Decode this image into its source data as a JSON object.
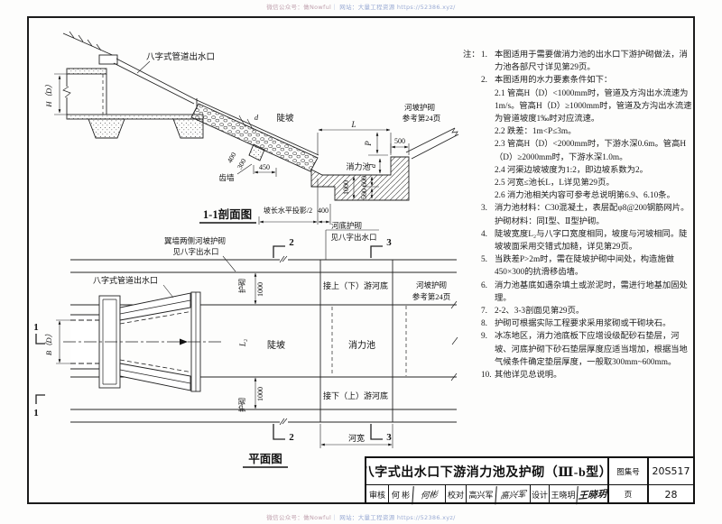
{
  "watermark": {
    "part1": "微信公众号：做Nowful",
    "part2": "｜ 网站：大量工程资源 https://52386.xyz/"
  },
  "colors": {
    "line": "#222222",
    "paper": "#fdfdfc",
    "watermark_blue": "#9aabd4",
    "watermark_red": "#bfa0ad"
  },
  "section": {
    "title": "1-1剖面图",
    "labels": {
      "outlet": "八字式管道出水口",
      "slope": "陡坡",
      "basin": "消力池",
      "tooth": "齿墙",
      "riverslope1": "河坡护砌",
      "riverslope2": "参考第24页",
      "riverbed1": "河底护砌",
      "riverbed2": "见八字出水口",
      "proj": "坡长水平投影/2"
    },
    "dims": {
      "hd": "H（D）",
      "d_slope": "d",
      "v400": "400",
      "v300": "300",
      "v450": "450",
      "L": "L",
      "P": "P",
      "v500_top": "500",
      "d_basin": "d",
      "v600": "600",
      "v500_wall": "500",
      "v1000": "1000",
      "v400_toe": "400"
    }
  },
  "plan": {
    "title": "平面图",
    "labels": {
      "wingnote1": "翼墙两侧河坡护砌",
      "wingnote2": "见八字出水口",
      "outlet": "八字式管道出水口",
      "top_cell": "接上（下）游河底",
      "bottom_cell": "接下（上）游河底",
      "riverslope1": "河坡护砌",
      "riverslope2": "参考第24页",
      "slope": "陡坡",
      "basin": "消力池",
      "protect": "护砌",
      "river_width": "河宽"
    },
    "dims": {
      "bd": "B（D）",
      "l2": "L₂",
      "v1000": "1000"
    }
  },
  "markers": {
    "m1": "1",
    "m2": "2",
    "m3": "3"
  },
  "notes": {
    "prefix": "注：",
    "items": [
      {
        "num": "1.",
        "text": "本图适用于需要做消力池的出水口下游护砌做法，消力池各部尺寸详见第29页。"
      },
      {
        "num": "2.",
        "text": "本图适用的水力要素条件如下：",
        "subs": [
          "2.1 管高H（D）<1000mm时，管道及方沟出水流速为1m/s。管高H（D）≥1000mm时，管道及方沟出水流速为管道坡度1‰时对应流速。",
          "2.2 跌差：1m<P≤3m。",
          "2.3 管高H（D）<2000mm时，下游水深0.6m。管高H（D）≥2000mm时，下游水深1.0m。",
          "2.4 河渠边坡坡度为1:2，即边坡系数为2。",
          "2.5 河宽≤池长L，L详见第29页。",
          "2.6 消力池相关内容可参考总说明第6.9、6.10条。"
        ]
      },
      {
        "num": "3.",
        "text": "消力池材料：C30混凝土，表层配φ8@200钢筋网片。护砌材料：同Ⅰ型、Ⅱ型护砌。"
      },
      {
        "num": "4.",
        "text": "陡坡宽度L₂与八字口宽度相同，坡度与河坡相同。陡坡坡面采用交错式加糙，详见第29页。"
      },
      {
        "num": "5.",
        "text": "当跌差P>2m时，需在陡坡护砌中间处，构造施做450×300的抗滑移齿墙。"
      },
      {
        "num": "6.",
        "text": "消力池基底如遇杂填土或淤泥时，需进行地基加固处理。"
      },
      {
        "num": "7.",
        "text": "2-2、3-3剖面见第29页。"
      },
      {
        "num": "8.",
        "text": "护砌可根据实际工程要求采用浆砌或干砌块石。"
      },
      {
        "num": "9.",
        "text": "冰冻地区，消力池底板下应增设级配砂石垫层，河坡、河底护砌下砂石垫层厚度应适当增加，根据当地气候条件确定垫层厚度，一般取300mm~600mm。"
      },
      {
        "num": "10.",
        "text": "其他详见总说明。"
      }
    ]
  },
  "title_block": {
    "title": "八字式出水口下游消力池及护砌（Ⅲ-b型）",
    "atlas_label": "图集号",
    "atlas_no": "20S517",
    "page_label": "页",
    "page_no": "28",
    "review_label": "审核",
    "reviewer": "何 彬",
    "review_sig": "何彬",
    "check_label": "校对",
    "checker": "高兴军",
    "check_sig": "高兴军",
    "design_label": "设计",
    "designer": "王晓玥",
    "design_sig": "王晓玥"
  }
}
